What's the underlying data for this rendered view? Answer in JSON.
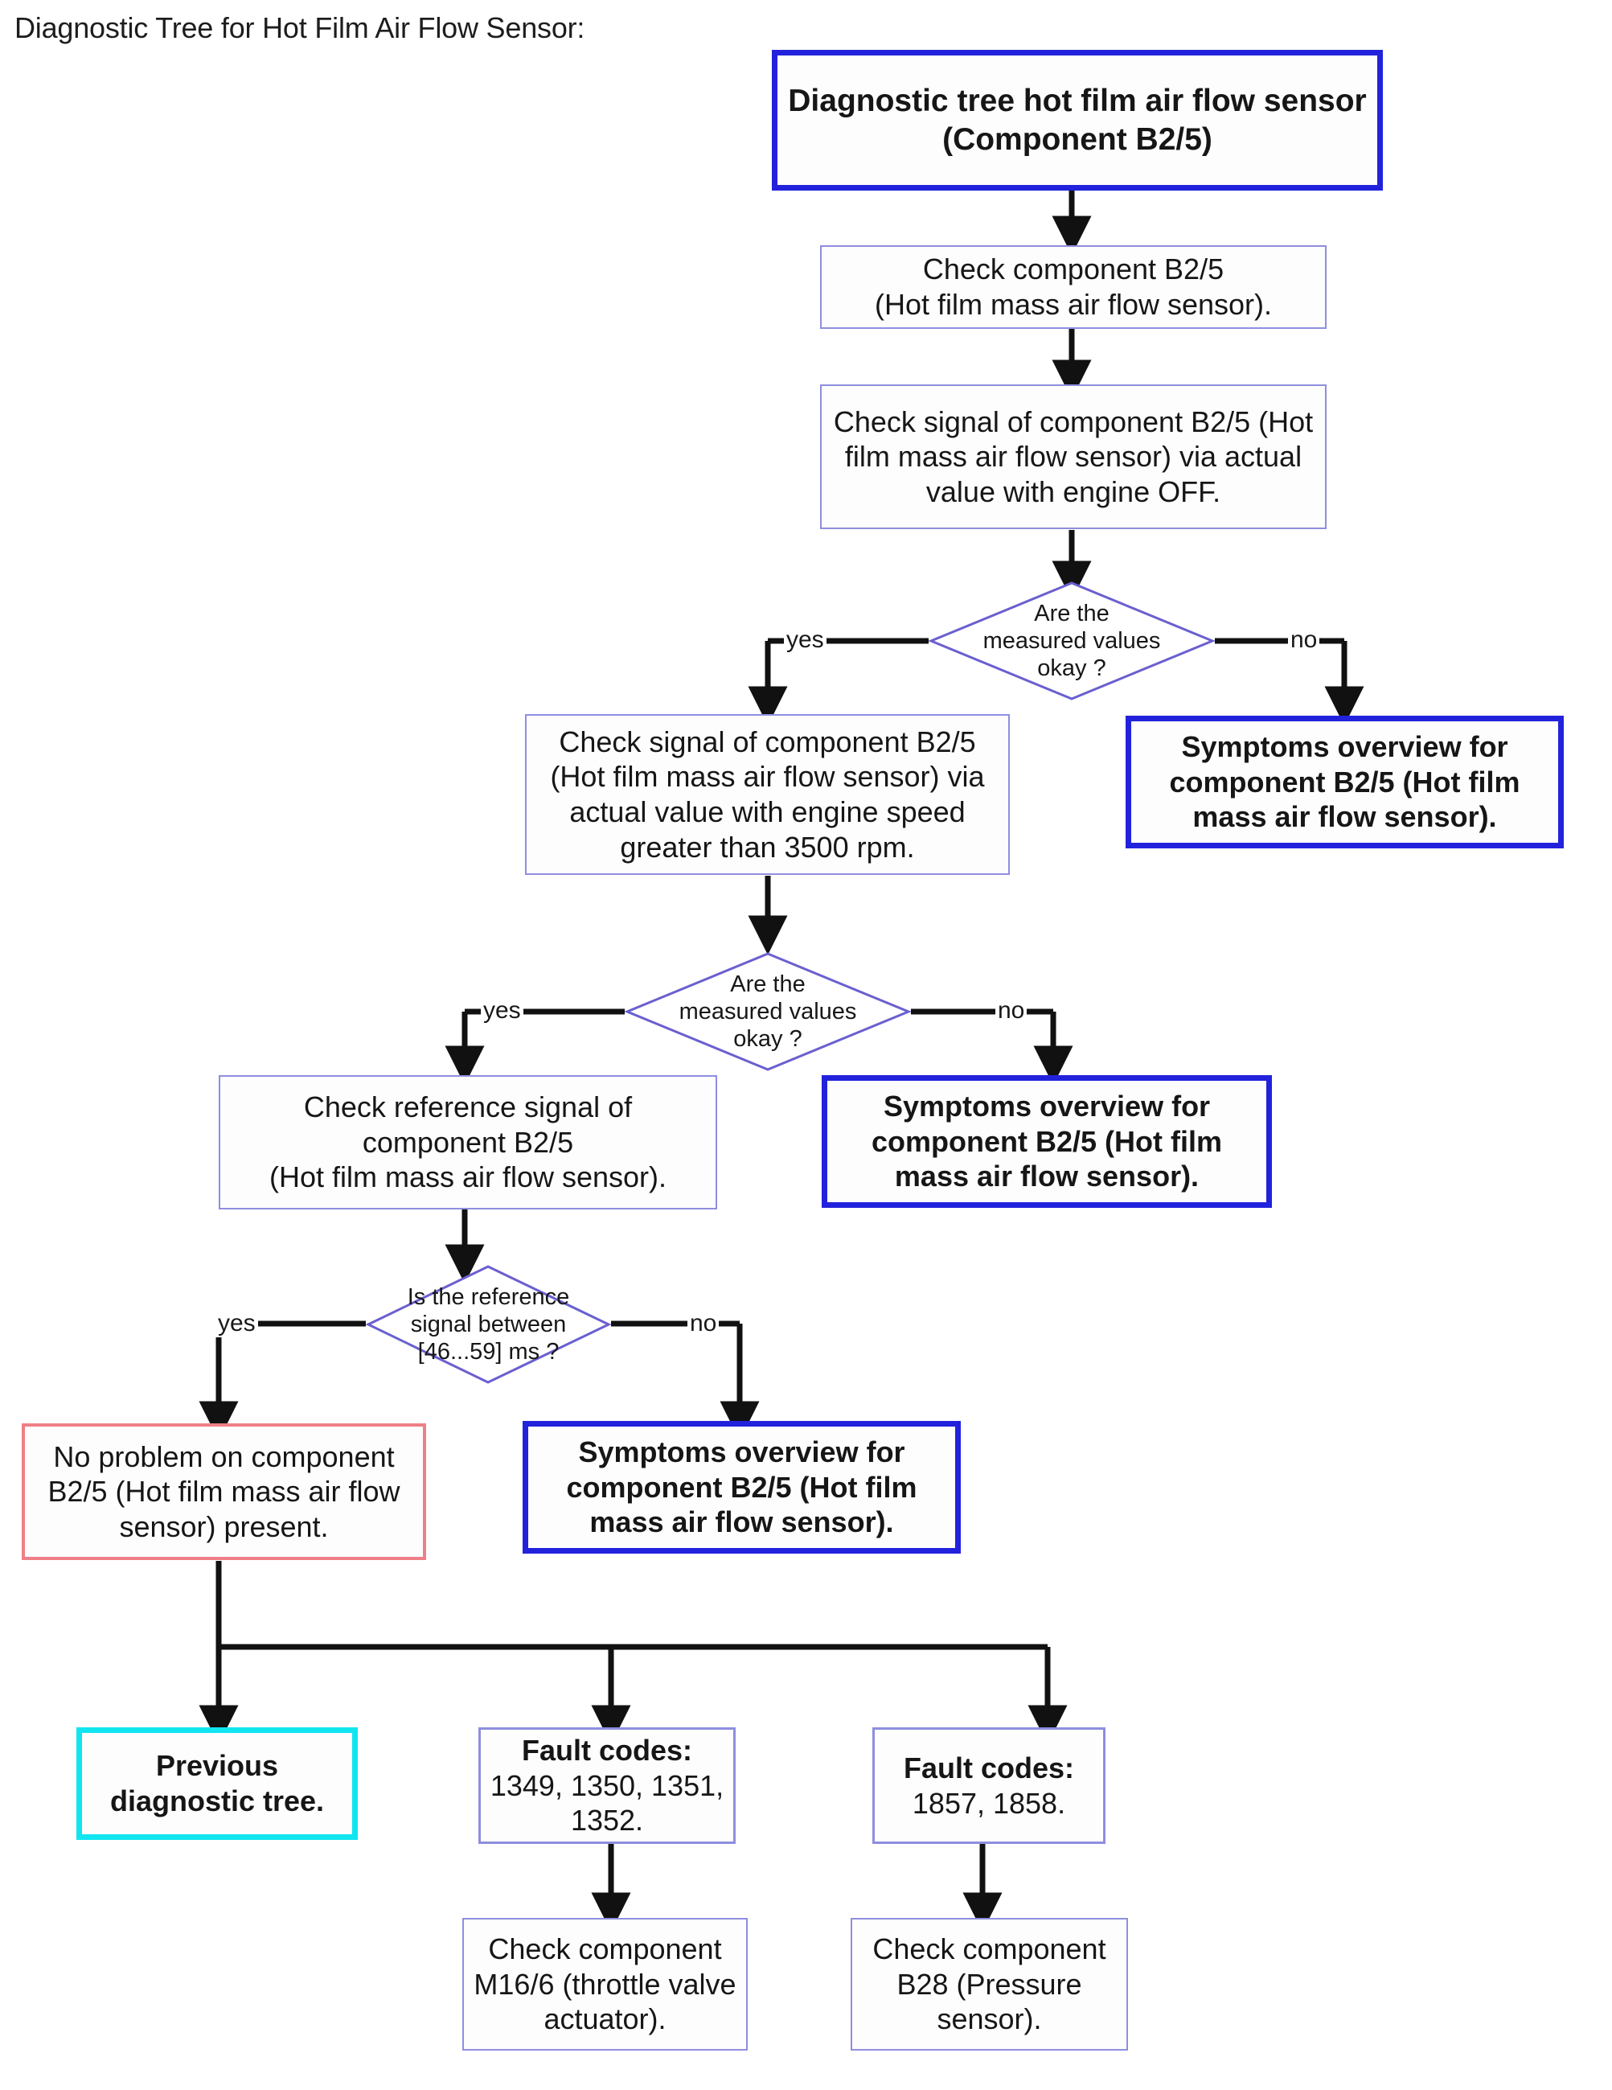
{
  "page": {
    "caption": "Diagnostic Tree for Hot Film Air Flow Sensor:",
    "background": "#ffffff"
  },
  "colors": {
    "root_border": "#2222dd",
    "process_border": "#8e8ee0",
    "terminal_border": "#2222dd",
    "ok_border": "#ef7f86",
    "previous_border": "#11e5ef",
    "connector": "#111111",
    "decision_border": "#6a5fd0",
    "text": "#161616"
  },
  "nodes": {
    "root": {
      "label": "Diagnostic tree hot film air flow sensor (Component B2/5)",
      "kind": "root"
    },
    "check_component": {
      "label": "Check component B2/5\n(Hot film mass air flow sensor).",
      "kind": "process"
    },
    "check_signal_off": {
      "label": "Check signal of component B2/5 (Hot film mass air flow sensor) via actual value with engine OFF.",
      "kind": "process"
    },
    "decision_1": {
      "label": "Are the\nmeasured values\nokay ?",
      "kind": "decision",
      "yes_label": "yes",
      "no_label": "no"
    },
    "symptoms_1": {
      "label": "Symptoms overview for component B2/5 (Hot film mass air flow sensor).",
      "kind": "terminal"
    },
    "check_signal_rpm": {
      "label": "Check signal of component B2/5 (Hot film mass air flow sensor) via actual value with engine speed greater than 3500 rpm.",
      "kind": "process"
    },
    "decision_2": {
      "label": "Are the\nmeasured values\nokay ?",
      "kind": "decision",
      "yes_label": "yes",
      "no_label": "no"
    },
    "symptoms_2": {
      "label": "Symptoms overview for component B2/5 (Hot film mass air flow sensor).",
      "kind": "terminal"
    },
    "check_reference": {
      "label": "Check reference signal of component B2/5\n(Hot film mass air flow sensor).",
      "kind": "process"
    },
    "decision_3": {
      "label": "Is the reference\nsignal between\n[46...59] ms ?",
      "kind": "decision",
      "yes_label": "yes",
      "no_label": "no"
    },
    "symptoms_3": {
      "label": "Symptoms overview for component B2/5 (Hot film mass air flow sensor).",
      "kind": "terminal"
    },
    "no_problem": {
      "label": "No problem on component B2/5 (Hot film mass air flow sensor) present.",
      "kind": "ok"
    },
    "previous_tree": {
      "label": "Previous diagnostic tree.",
      "kind": "previous"
    },
    "fault_codes_left": {
      "heading": "Fault codes:",
      "codes": "1349, 1350, 1351, 1352.",
      "kind": "codes"
    },
    "fault_codes_right": {
      "heading": "Fault codes:",
      "codes": "1857, 1858.",
      "kind": "codes"
    },
    "check_m16": {
      "label": "Check component M16/6 (throttle valve actuator).",
      "kind": "process"
    },
    "check_b28": {
      "label": "Check component B28 (Pressure sensor).",
      "kind": "process"
    }
  }
}
